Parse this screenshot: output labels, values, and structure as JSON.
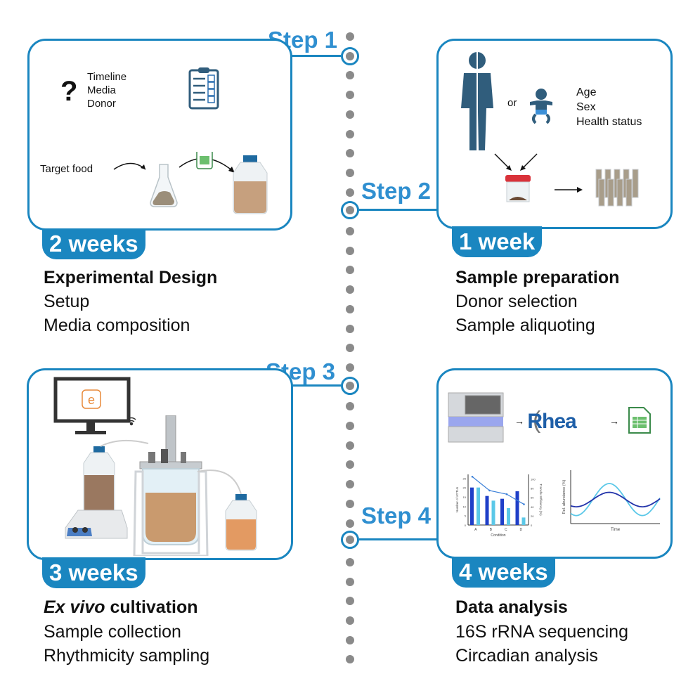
{
  "timeline": {
    "steps": [
      {
        "label": "Step 1",
        "duration": "2 weeks",
        "title": "Experimental Design",
        "lines": [
          "Setup",
          "Media composition"
        ]
      },
      {
        "label": "Step 2",
        "duration": "1 week",
        "title": "Sample preparation",
        "lines": [
          "Donor selection",
          "Sample aliquoting"
        ]
      },
      {
        "label": "Step 3",
        "duration": "3 weeks",
        "title_italic": "Ex vivo",
        "title": " cultivation",
        "lines": [
          "Sample collection",
          "Rhythmicity sampling"
        ]
      },
      {
        "label": "Step 4",
        "duration": "4 weeks",
        "title": "Data analysis",
        "lines": [
          "16S rRNA sequencing",
          "Circadian analysis"
        ]
      }
    ]
  },
  "step1_panel": {
    "question_mark": "?",
    "considerations": [
      "Timeline",
      "Media",
      "Donor"
    ],
    "target_food": "Target food",
    "icons": [
      "question-mark-icon",
      "checklist-clipboard-icon",
      "erlenmeyer-flask-icon",
      "spreadsheet-icon",
      "media-bottle-icon"
    ]
  },
  "step2_panel": {
    "or_label": "or",
    "attributes": [
      "Age",
      "Sex",
      "Health status"
    ],
    "icons": [
      "adult-person-icon",
      "baby-icon",
      "stool-sample-jar-icon",
      "aliquot-tubes-icon"
    ]
  },
  "step3_panel": {
    "monitor_logo": "e",
    "icons": [
      "monitor-icon",
      "wifi-icon",
      "feed-bottle-icon",
      "magnetic-stirrer-icon",
      "bioreactor-icon",
      "waste-bottle-icon"
    ]
  },
  "step4_panel": {
    "software_label": "Rhea",
    "icons": [
      "sequencer-icon",
      "rhea-logo",
      "spreadsheet-icon"
    ],
    "chart_data": [
      {
        "type": "bar",
        "categories": [
          "A",
          "B",
          "C",
          "D"
        ],
        "series": [
          {
            "name": "Number of zOTUs (dark)",
            "values": [
              20,
              15.5,
              14,
              18
            ]
          },
          {
            "name": "Number of zOTUs (light)",
            "values": [
              20,
              13,
              9,
              4
            ]
          }
        ],
        "line_series": {
          "name": "Transfer efficiency (%)",
          "values": [
            105,
            75,
            67,
            45
          ]
        },
        "xlabel": "Condition",
        "ylabel": "Number of zOTUs",
        "y2label": "Transfer Efficiency (%)",
        "ylim": [
          0,
          27
        ],
        "y2lim": [
          0,
          110
        ],
        "yticks": [
          "0",
          "5",
          "10",
          "15",
          "20",
          "25"
        ],
        "y2ticks": [
          "0",
          "20",
          "40",
          "60",
          "80",
          "100"
        ]
      },
      {
        "type": "line",
        "xlabel": "Time",
        "ylabel": "Rel. abundance (%)",
        "series": [
          {
            "name": "light",
            "color": "#5bc8e8",
            "amplitude": 1.0
          },
          {
            "name": "dark",
            "color": "#2233aa",
            "amplitude": 0.45
          }
        ]
      }
    ]
  },
  "colors": {
    "accent": "#1a86c0",
    "step_text": "#2f8fd0",
    "dots": "#8a8a8a",
    "dark_icon": "#305d7c"
  }
}
